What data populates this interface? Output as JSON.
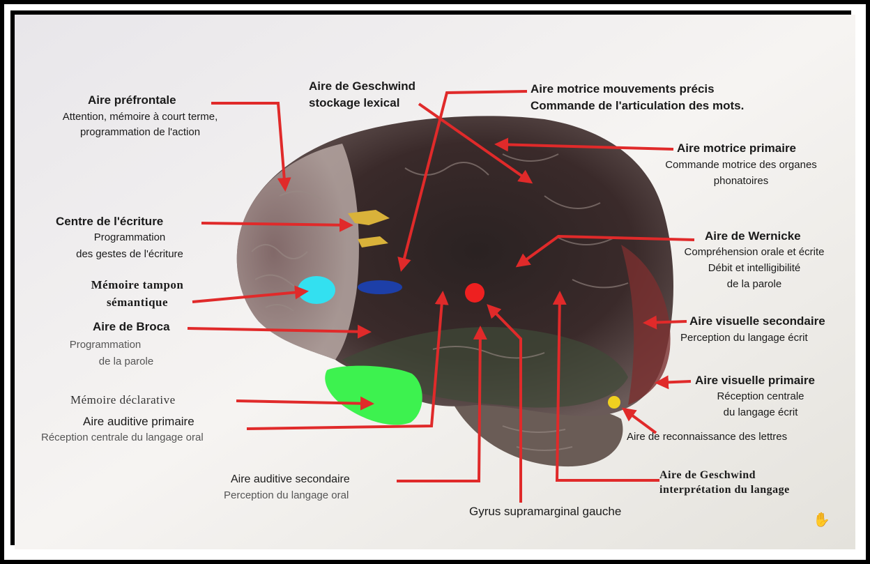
{
  "labels": {
    "prefrontale": {
      "title": "Aire préfrontale",
      "lines": [
        "Attention, mémoire à court terme,",
        "programmation de l'action"
      ]
    },
    "geschwind_top": {
      "title": "Aire de Geschwind",
      "sub": "stockage lexical"
    },
    "motrice_precis": {
      "title": "Aire motrice mouvements précis",
      "sub": "Commande de l'articulation des mots."
    },
    "motrice_primaire": {
      "title": "Aire motrice primaire",
      "lines": [
        "Commande motrice des organes",
        "phonatoires"
      ]
    },
    "ecriture": {
      "title": "Centre de l'écriture",
      "lines": [
        "Programmation",
        "des gestes de l'écriture"
      ]
    },
    "wernicke": {
      "title": "Aire de Wernicke",
      "lines": [
        "Compréhension orale et écrite",
        "Débit et intelligibilité",
        "de la parole"
      ]
    },
    "tampon": {
      "lines": [
        "Mémoire tampon",
        "sémantique"
      ]
    },
    "broca": {
      "title": "Aire de Broca",
      "lines": [
        "Programmation",
        "de la parole"
      ]
    },
    "visuelle_secondaire": {
      "title": "Aire visuelle secondaire",
      "sub": "Perception du langage écrit"
    },
    "declarative": {
      "title": "Mémoire déclarative"
    },
    "visuelle_primaire": {
      "title": "Aire visuelle primaire",
      "lines": [
        "Réception centrale",
        "du langage écrit"
      ]
    },
    "auditive_primaire": {
      "title": "Aire auditive primaire",
      "sub": "Réception centrale du langage oral"
    },
    "lettres": {
      "title": "Aire de reconnaissance des lettres"
    },
    "auditive_secondaire": {
      "title": "Aire auditive secondaire",
      "sub": "Perception du langage oral"
    },
    "geschwind_bottom": {
      "title": "Aire de Geschwind",
      "sub": "interprétation du langage"
    },
    "gyrus": {
      "title": "Gyrus supramarginal gauche"
    }
  },
  "icons": {
    "cursor": "hand-cursor-icon"
  },
  "colors": {
    "arrow": "#e02a2a",
    "yellow": "#d9b23a",
    "cyan": "#33e0f0",
    "blue": "#1d3fa8",
    "green": "#3df24f",
    "red_dot": "#ee2020",
    "yellow_dot": "#f0d020"
  }
}
